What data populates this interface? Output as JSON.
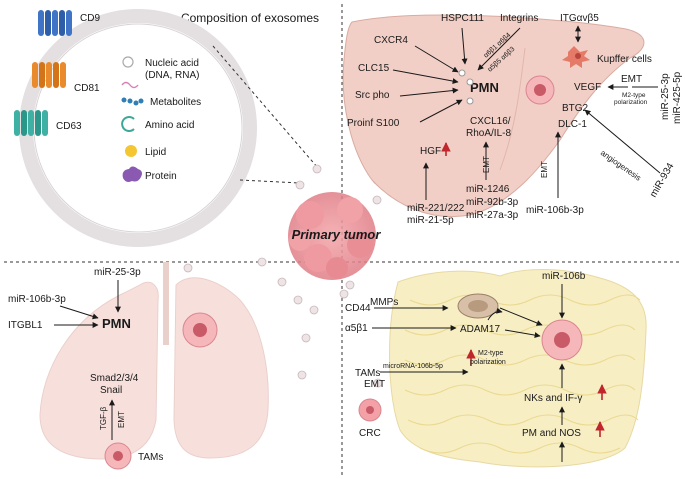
{
  "composition": {
    "title": "Composition of exosomes",
    "proteins": [
      "CD9",
      "CD81",
      "CD63"
    ],
    "legend": [
      {
        "icon": "nucleic-acid-icon",
        "label": "Nucleic acid",
        "label2": "(DNA, RNA)"
      },
      {
        "icon": "metabolite-icon",
        "label": "Metabolites"
      },
      {
        "icon": "amino-acid-icon",
        "label": "Amino acid"
      },
      {
        "icon": "lipid-icon",
        "label": "Lipid"
      },
      {
        "icon": "protein-icon",
        "label": "Protein"
      }
    ]
  },
  "center": {
    "label": "Primary tumor"
  },
  "liver": {
    "pmn": "PMN",
    "hspc": "HSPC111",
    "integrins": "Integrins",
    "integrin_types_1": "α6β1 α6β4",
    "integrin_types_2": "α5β5 α6β3",
    "cxcr4": "CXCR4",
    "clc15": "CLC15",
    "src": "Src pho",
    "proinf": "Proinf S100",
    "itg": "ITGαvβ5",
    "kupffer": "Kupffer cells",
    "vegf": "VEGF",
    "emt_right": "EMT",
    "m2": "M2-type",
    "polarization": "polarization",
    "mir25": "miR-25-3p",
    "mir425": "miR-425-5p",
    "btg2": "BTG2",
    "dlc1": "DLC-1",
    "angiogenesis": "angiogenesis",
    "mir934": "miR-934",
    "cxcl16_1": "CXCL16/",
    "cxcl16_2": "RhoA/IL-8",
    "hgf": "HGF",
    "emt_mid": "EMT",
    "emt_lower": "EMT",
    "mir221": "miR-221/222",
    "mir21": "miR-21-5p",
    "mir1246": "miR-1246",
    "mir92b": "miR-92b-3p",
    "mir27a": "miR-27a-3p",
    "mir106b3p": "miR-106b-3p"
  },
  "lung": {
    "mir25": "miR-25-3p",
    "mir106b": "miR-106b-3p",
    "itgbl1": "ITGBL1",
    "pmn": "PMN",
    "smad": "Smad2/3/4",
    "snail": "Snail",
    "tgf": "TGF-β",
    "emt": "EMT",
    "tams": "TAMs"
  },
  "bone": {
    "mir106b": "miR-106b",
    "cd44": "CD44",
    "mmps": "MMPs",
    "a5b1": "α5β1",
    "adam17": "ADAM17",
    "tams": "TAMs",
    "microrna": "microRNA-106b-5p",
    "m2": "M2-type",
    "polarization": "polarization",
    "emt": "EMT",
    "crc": "CRC",
    "nks": "NKs and IF-γ",
    "pm": "PM and NOS"
  },
  "colors": {
    "organ": "#f2cfc6",
    "bone": "#f7eec4",
    "tumor": "#e8868f",
    "arrow_up": "#c0262c",
    "lung": "#f7e0dc"
  }
}
